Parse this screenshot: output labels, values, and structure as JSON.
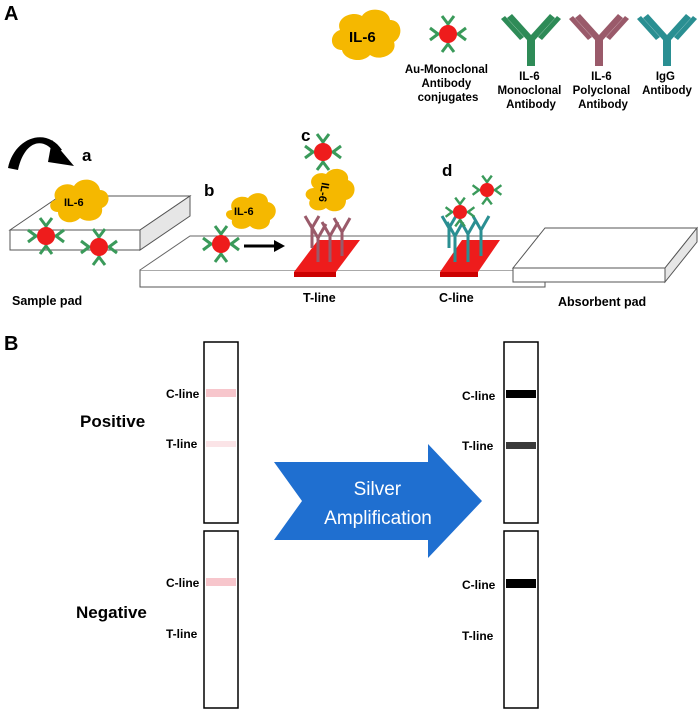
{
  "panels": {
    "a": "A",
    "b": "B"
  },
  "steps": {
    "a": "a",
    "b": "b",
    "c": "c",
    "d": "d"
  },
  "legend": {
    "il6": "IL-6",
    "au_conj": [
      "Au-Monoclonal",
      "Antibody",
      "conjugates"
    ],
    "mono": [
      "IL-6",
      "Monoclonal",
      "Antibody"
    ],
    "poly": [
      "IL-6",
      "Polyclonal",
      "Antibody"
    ],
    "igg": [
      "IgG",
      "Antibody"
    ]
  },
  "strip": {
    "sample_pad": "Sample pad",
    "t_line": "T-line",
    "c_line": "C-line",
    "absorbent_pad": "Absorbent pad",
    "il6_a": "IL-6",
    "il6_b": "IL-6",
    "il6_c": "IL-6"
  },
  "panel_b": {
    "positive": "Positive",
    "negative": "Negative",
    "c_line": "C-line",
    "t_line": "T-line",
    "arrow": [
      "Silver",
      "Amplification"
    ]
  },
  "colors": {
    "gold": "#f5b800",
    "conj_ab": "#3a9a5a",
    "mono_ab": "#2e8b57",
    "poly_ab": "#9a5a6a",
    "igg_ab": "#2a8f92",
    "nanoparticle": "#ee1c1c",
    "line_red": "#ee1c1c",
    "arrow_blue": "#1f6fd0",
    "faint_pink": "#f7c6cc"
  }
}
